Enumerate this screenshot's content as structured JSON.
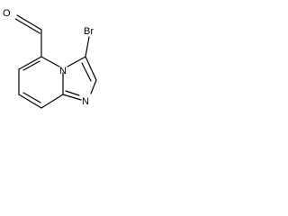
{
  "molecule": {
    "atoms": {
      "oxygen": "O",
      "bromine": "Br",
      "bridge_nitrogen": "N",
      "imine_nitrogen": "N"
    },
    "bond_color": "#000000",
    "background_color": "#ffffff"
  }
}
